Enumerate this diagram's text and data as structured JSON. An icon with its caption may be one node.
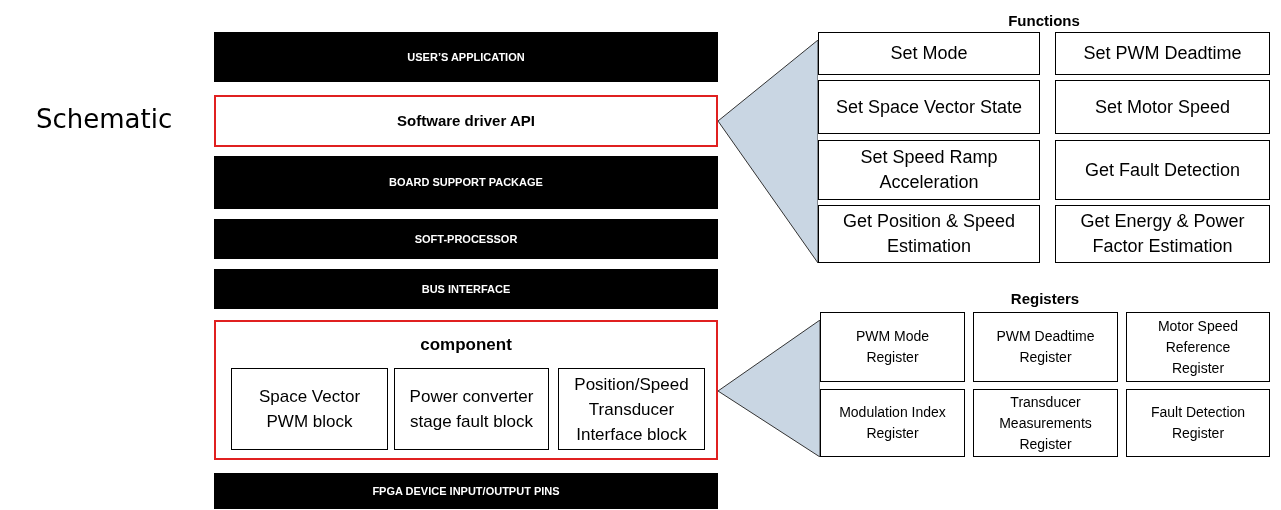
{
  "diagram": {
    "nodes": [
      {
        "text": [
          "USER’S APPLICATION"
        ]
      },
      {
        "text": [
          "Software driver API"
        ]
      },
      {
        "text": [
          "BOARD SUPPORT PACKAGE"
        ]
      },
      {
        "text": [
          "SOFT-PROCESSOR"
        ]
      },
      {
        "text": [
          "BUS INTERFACE"
        ]
      },
      {
        "text": [
          "component"
        ]
      },
      {
        "text": [
          "Space Vector PWM block"
        ],
        "in": 5
      },
      {
        "text": [
          "Power converter stage fault block"
        ],
        "in": 5
      },
      {
        "text": [
          "Position/Speed Transducer Interface block"
        ],
        "in": 5
      },
      {
        "text": [
          "FPGA DEVICE INPUT/OUTPUT PINS"
        ]
      },
      {
        "text": [
          "Set Mode"
        ]
      },
      {
        "text": [
          "Set PWM Deadtime"
        ]
      },
      {
        "text": [
          "Set Space Vector State"
        ]
      },
      {
        "text": [
          "Set Motor Speed"
        ]
      },
      {
        "text": [
          "Set Speed Ramp Acceleration"
        ]
      },
      {
        "text": [
          "Get Fault Detection"
        ]
      },
      {
        "text": [
          "Get Position & Speed Estimation"
        ]
      },
      {
        "text": [
          "Get Energy & Power Factor Estimation"
        ]
      },
      {
        "text": [
          "PWM Mode Register"
        ]
      },
      {
        "text": [
          "PWM Deadtime Register"
        ]
      },
      {
        "text": [
          "Motor Speed Reference Register"
        ]
      },
      {
        "text": [
          "Modulation Index Register"
        ]
      },
      {
        "text": [
          "Transducer Measurements Register"
        ]
      },
      {
        "text": [
          "Fault Detection Register"
        ]
      },
      {
        "text": [],
        "shape": "triangle"
      },
      {
        "text": [],
        "shape": "triangle"
      }
    ],
    "edges": [],
    "labels": [
      "Schematic",
      "Functions",
      "Registers"
    ]
  }
}
